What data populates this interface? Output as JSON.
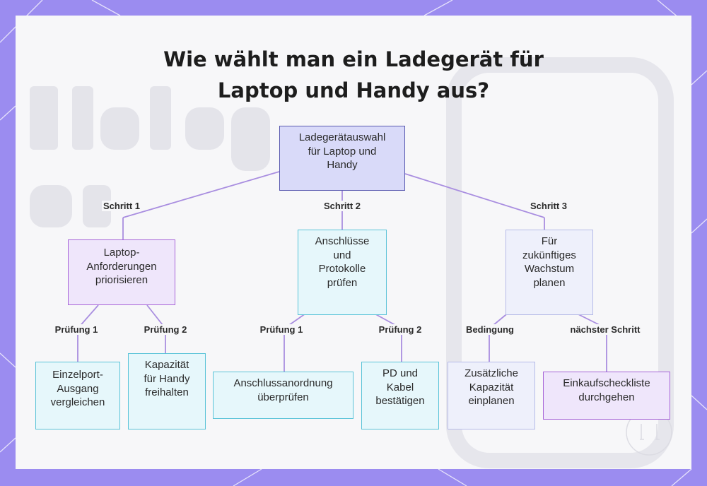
{
  "title": {
    "line1": "Wie wählt man ein Ladegerät für",
    "line2": "Laptop und Handy aus?"
  },
  "root": {
    "lines": [
      "Ladegerätauswahl",
      "für Laptop und",
      "Handy"
    ]
  },
  "branches": [
    {
      "edge_label": "Schritt 1",
      "lines": [
        "Laptop-",
        "Anforderungen",
        "priorisieren"
      ]
    },
    {
      "edge_label": "Schritt 2",
      "lines": [
        "Anschlüsse",
        "und",
        "Protokolle",
        "prüfen"
      ]
    },
    {
      "edge_label": "Schritt 3",
      "lines": [
        "Für",
        "zukünftiges",
        "Wachstum",
        "planen"
      ]
    }
  ],
  "leaves": [
    {
      "edge_label": "Prüfung 1",
      "lines": [
        "Einzelport-",
        "Ausgang",
        "vergleichen"
      ]
    },
    {
      "edge_label": "Prüfung 2",
      "lines": [
        "Kapazität",
        "für Handy",
        "freihalten"
      ]
    },
    {
      "edge_label": "Prüfung 1",
      "lines": [
        "Anschlussanordnung",
        "überprüfen"
      ]
    },
    {
      "edge_label": "Prüfung 2",
      "lines": [
        "PD und",
        "Kabel",
        "bestätigen"
      ]
    },
    {
      "edge_label": "Bedingung",
      "lines": [
        "Zusätzliche",
        "Kapazität",
        "einplanen"
      ]
    },
    {
      "edge_label": "nächster Schritt",
      "lines": [
        "Einkaufscheckliste",
        "durchgehen"
      ]
    }
  ],
  "colors": {
    "frame": "#9b8cf0",
    "edge": "#a98ee0",
    "root_fill": "#d9daf9",
    "lilac_fill": "#efe6fb",
    "cyan_fill": "#e6f7fb",
    "pale_fill": "#eef0fb"
  }
}
